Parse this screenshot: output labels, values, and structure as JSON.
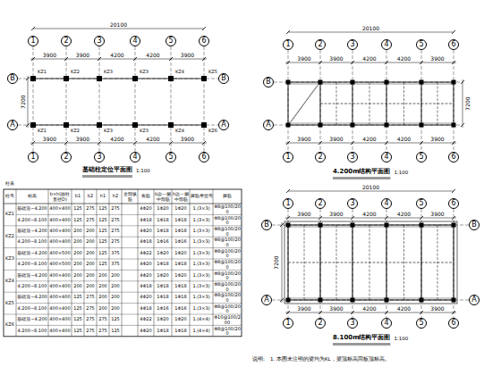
{
  "diagram": {
    "nodes": [
      {
        "text": [
          "1"
        ]
      },
      {
        "text": [
          "2"
        ]
      },
      {
        "text": [
          "3"
        ]
      },
      {
        "text": [
          "4"
        ]
      },
      {
        "text": [
          "5"
        ]
      },
      {
        "text": [
          "6"
        ]
      },
      {
        "text": [
          "1"
        ]
      },
      {
        "text": [
          "2"
        ]
      },
      {
        "text": [
          "3"
        ]
      },
      {
        "text": [
          "4"
        ]
      },
      {
        "text": [
          "5"
        ]
      },
      {
        "text": [
          "6"
        ]
      },
      {
        "text": [
          "B"
        ]
      },
      {
        "text": [
          "A"
        ]
      },
      {
        "text": [
          "B"
        ]
      },
      {
        "text": [
          "A"
        ]
      },
      {
        "text": [
          "1"
        ]
      },
      {
        "text": [
          "2"
        ]
      },
      {
        "text": [
          "3"
        ]
      },
      {
        "text": [
          "4"
        ]
      },
      {
        "text": [
          "5"
        ]
      },
      {
        "text": [
          "6"
        ]
      },
      {
        "text": [
          "1"
        ]
      },
      {
        "text": [
          "2"
        ]
      },
      {
        "text": [
          "3"
        ]
      },
      {
        "text": [
          "4"
        ]
      },
      {
        "text": [
          "5"
        ]
      },
      {
        "text": [
          "6"
        ]
      },
      {
        "text": [
          "B"
        ]
      },
      {
        "text": [
          "A"
        ]
      },
      {
        "text": [
          "1"
        ]
      },
      {
        "text": [
          "2"
        ]
      },
      {
        "text": [
          "3"
        ]
      },
      {
        "text": [
          "4"
        ]
      },
      {
        "text": [
          "5"
        ]
      },
      {
        "text": [
          "6"
        ]
      },
      {
        "text": [
          "1"
        ]
      },
      {
        "text": [
          "2"
        ]
      },
      {
        "text": [
          "3"
        ]
      },
      {
        "text": [
          "4"
        ]
      },
      {
        "text": [
          "5"
        ]
      },
      {
        "text": [
          "6"
        ]
      },
      {
        "text": [
          "B"
        ]
      },
      {
        "text": [
          "A"
        ]
      },
      {
        "text": [
          "B"
        ]
      },
      {
        "text": [
          "A"
        ]
      }
    ],
    "labels": [
      "基础柱定位平面图",
      "1:100",
      "4.200m结构平面图",
      "1:100",
      "8.100m结构平面图",
      "1:100",
      "柱表",
      "说明:",
      "1. 本图未注明的梁均为KL，梁顶标高同板顶标高。",
      "20100",
      "3900",
      "3900",
      "4200",
      "4200",
      "3900",
      "3900",
      "3900",
      "4200",
      "4200",
      "3900",
      "7200",
      "20100",
      "3900",
      "3900",
      "4200",
      "4200",
      "3900",
      "3900",
      "3900",
      "4200",
      "4200",
      "3900",
      "7200",
      "20100",
      "3900",
      "3900",
      "4200",
      "4200",
      "3900",
      "3900",
      "3900",
      "4200",
      "4200",
      "3900",
      "7200",
      "KZ1",
      "KZ2",
      "KZ3",
      "KZ3",
      "KZ4",
      "KZ5",
      "KZ1",
      "KZ2",
      "KZ3",
      "KZ3",
      "KZ4",
      "KZ6",
      "柱号",
      "标高",
      "b×h(圆柱直径D)",
      "b1",
      "b2",
      "h1",
      "h2",
      "全部纵筋",
      "角筋",
      "b边一侧中部筋",
      "h边一侧中部筋",
      "箍筋类型号",
      "箍筋",
      "KZ1",
      "基础顶~4.200",
      "400×400",
      "125",
      "275",
      "125",
      "275",
      "4Φ20",
      "1Φ20",
      "1Φ20",
      "1.(3×3)",
      "Φ8@100/200",
      "4.200~8.100",
      "400×400",
      "125",
      "275",
      "125",
      "275",
      "4Φ18",
      "1Φ18",
      "1Φ18",
      "1.(3×3)",
      "Φ8@100/200",
      "KZ2",
      "基础顶~4.200",
      "400×400",
      "200",
      "200",
      "125",
      "275",
      "4Φ20",
      "1Φ18",
      "1Φ18",
      "1.(3×3)",
      "Φ8@100/200",
      "4.200~8.100",
      "400×400",
      "200",
      "200",
      "125",
      "275",
      "4Φ18",
      "1Φ16",
      "1Φ16",
      "1.(3×3)",
      "Φ8@100/200",
      "KZ3",
      "基础顶~4.200",
      "400×500",
      "200",
      "200",
      "125",
      "375",
      "4Φ22",
      "1Φ20",
      "1Φ20",
      "1.(3×3)",
      "Φ8@100/200",
      "4.200~8.100",
      "400×500",
      "200",
      "200",
      "125",
      "375",
      "4Φ20",
      "1Φ18",
      "1Φ18",
      "1.(3×3)",
      "Φ8@100/200",
      "KZ4",
      "基础顶~4.200",
      "400×400",
      "200",
      "200",
      "200",
      "200",
      "4Φ20",
      "1Φ20",
      "1Φ20",
      "1.(3×3)",
      "Φ8@100/200",
      "4.200~8.100",
      "400×400",
      "200",
      "200",
      "200",
      "200",
      "4Φ18",
      "1Φ18",
      "1Φ18",
      "1.(3×3)",
      "Φ8@100/200",
      "KZ5",
      "基础顶~4.200",
      "400×400",
      "125",
      "275",
      "200",
      "200",
      "4Φ20",
      "1Φ18",
      "1Φ18",
      "1.(3×3)",
      "Φ8@100/200",
      "4.200~8.100",
      "400×400",
      "125",
      "275",
      "200",
      "200",
      "4Φ18",
      "1Φ16",
      "1Φ16",
      "1.(3×3)",
      "Φ8@100/200",
      "KZ6",
      "基础顶~4.200",
      "400×400",
      "125",
      "275",
      "275",
      "125",
      "4Φ22",
      "1Φ20",
      "1Φ20",
      "1.(4×4)",
      "Φ10@100/200",
      "4.200~8.100",
      "400×400",
      "125",
      "275",
      "275",
      "125",
      "4Φ20",
      "1Φ18",
      "1Φ18",
      "1.(4×4)",
      "Φ8@100/200"
    ]
  }
}
